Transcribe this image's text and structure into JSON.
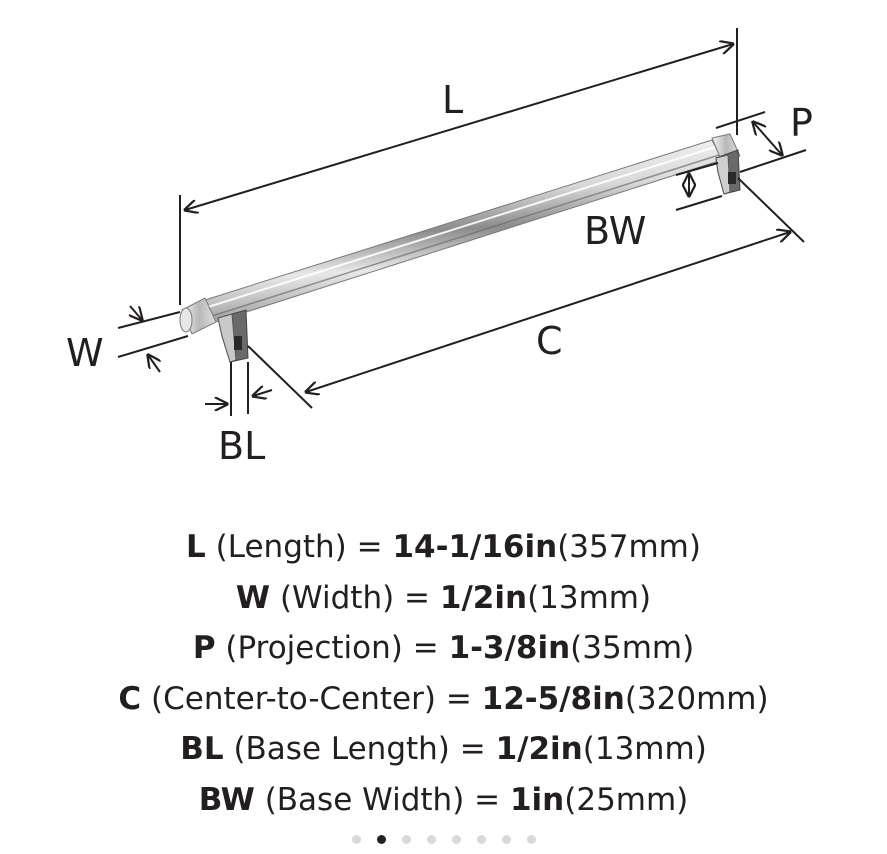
{
  "diagram": {
    "labels": {
      "L": "L",
      "P": "P",
      "BW": "BW",
      "W": "W",
      "C": "C",
      "BL": "BL"
    }
  },
  "specs": [
    {
      "code": "L",
      "desc": " (Length) = ",
      "value": "14-1/16in",
      "metric": "(357mm)"
    },
    {
      "code": "W",
      "desc": " (Width) = ",
      "value": "1/2in",
      "metric": "(13mm)"
    },
    {
      "code": "P",
      "desc": " (Projection) = ",
      "value": "1-3/8in",
      "metric": "(35mm)"
    },
    {
      "code": "C",
      "desc": " (Center-to-Center) = ",
      "value": "12-5/8in",
      "metric": "(320mm)"
    },
    {
      "code": "BL",
      "desc": " (Base Length) = ",
      "value": "1/2in",
      "metric": "(13mm)"
    },
    {
      "code": "BW",
      "desc": " (Base Width) = ",
      "value": "1in",
      "metric": "(25mm)"
    }
  ],
  "carousel": {
    "total": 8,
    "active_index": 1
  },
  "colors": {
    "line": "#231f20",
    "chrome_light": "#f2f2f2",
    "chrome_dark": "#8a8a8a",
    "dot": "#d9d9d9",
    "dot_active": "#222222"
  }
}
